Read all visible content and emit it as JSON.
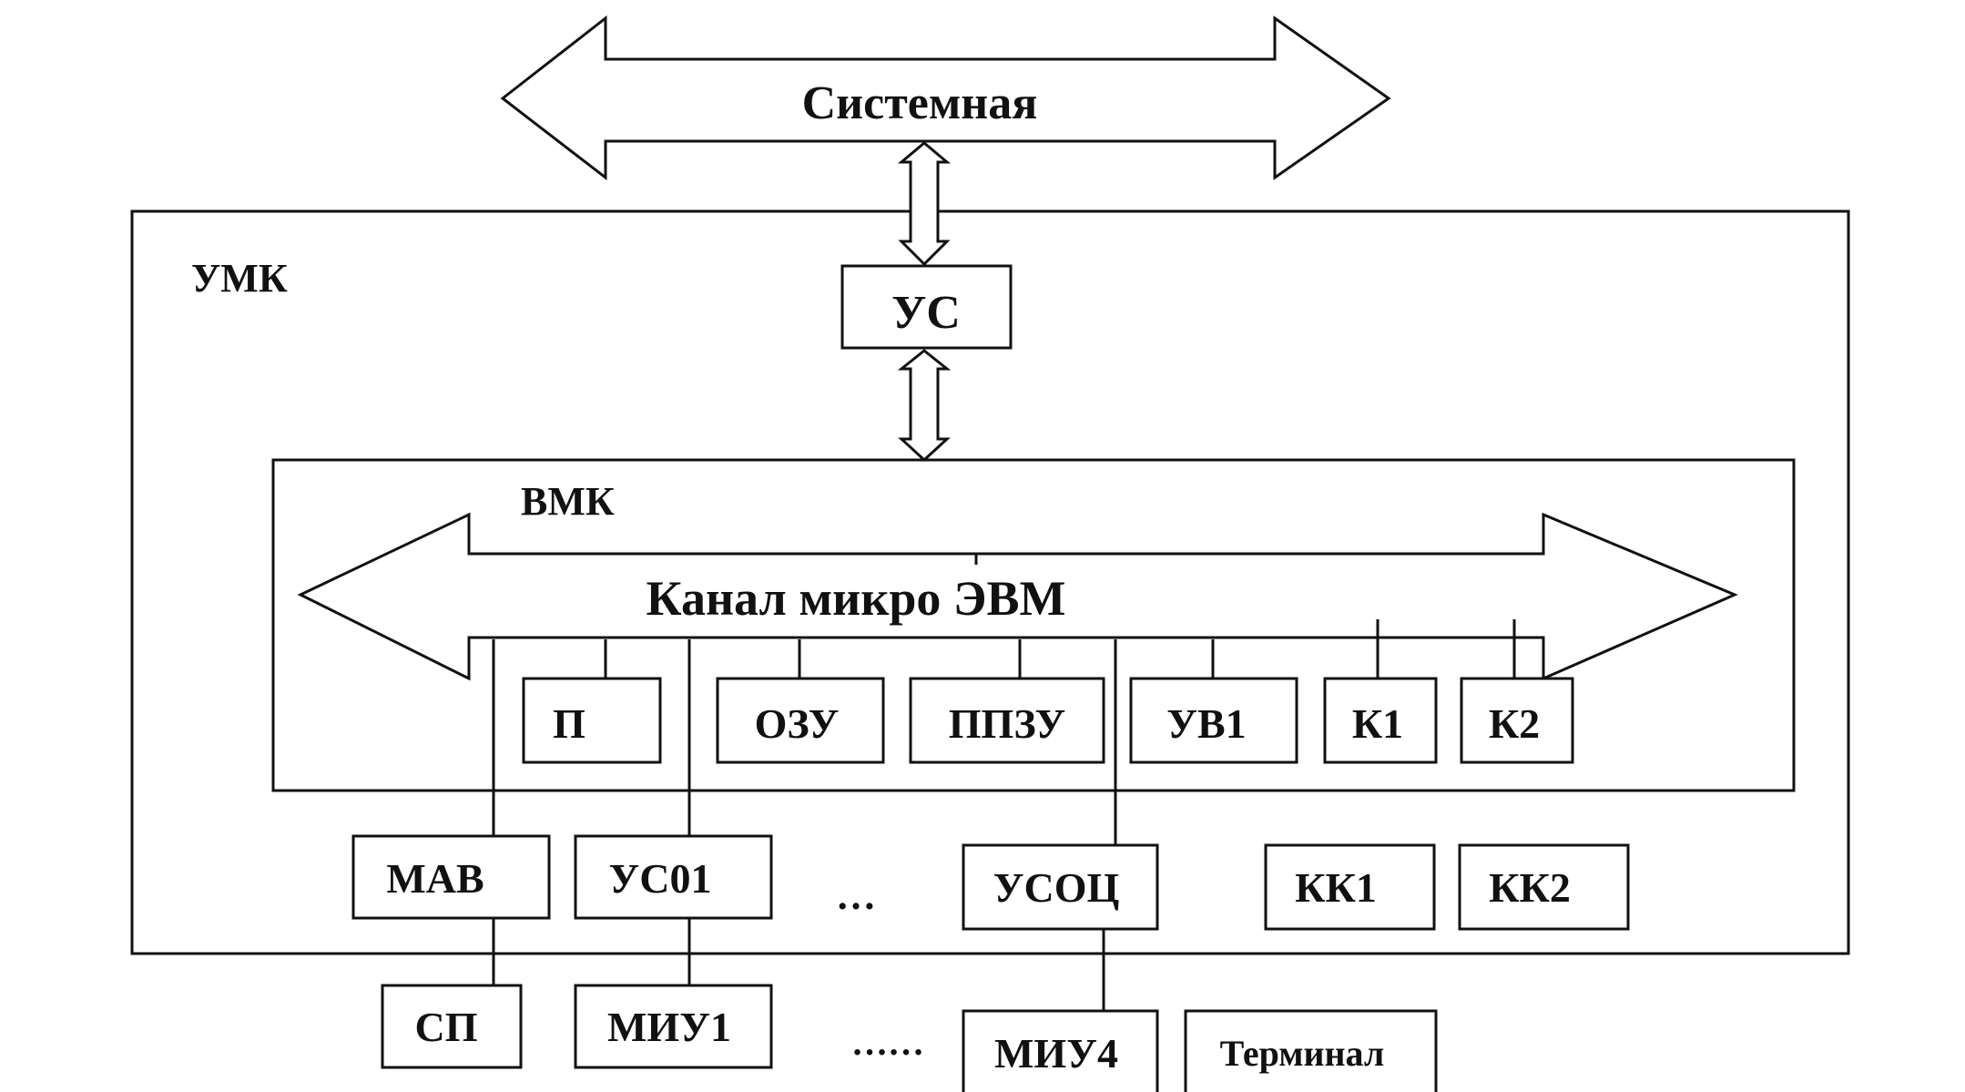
{
  "labels": {
    "system_bus": "Системная",
    "umk": "УМК",
    "us": "УС",
    "vmk": "ВМК",
    "micro_bus": "Канал микро ЭВМ",
    "p": "П",
    "ozu": "ОЗУ",
    "ppzu": "ППЗУ",
    "uv1": "УВ1",
    "k1": "К1",
    "k2": "К2",
    "mav": "МАВ",
    "us01": "УС01",
    "usots": "УСОЦ",
    "kk1": "КК1",
    "kk2": "КК2",
    "sp": "СП",
    "miu1": "МИУ1",
    "miu4": "МИУ4",
    "terminal": "Терминал",
    "ellipsis_1": "…",
    "ellipsis_2": "……"
  }
}
